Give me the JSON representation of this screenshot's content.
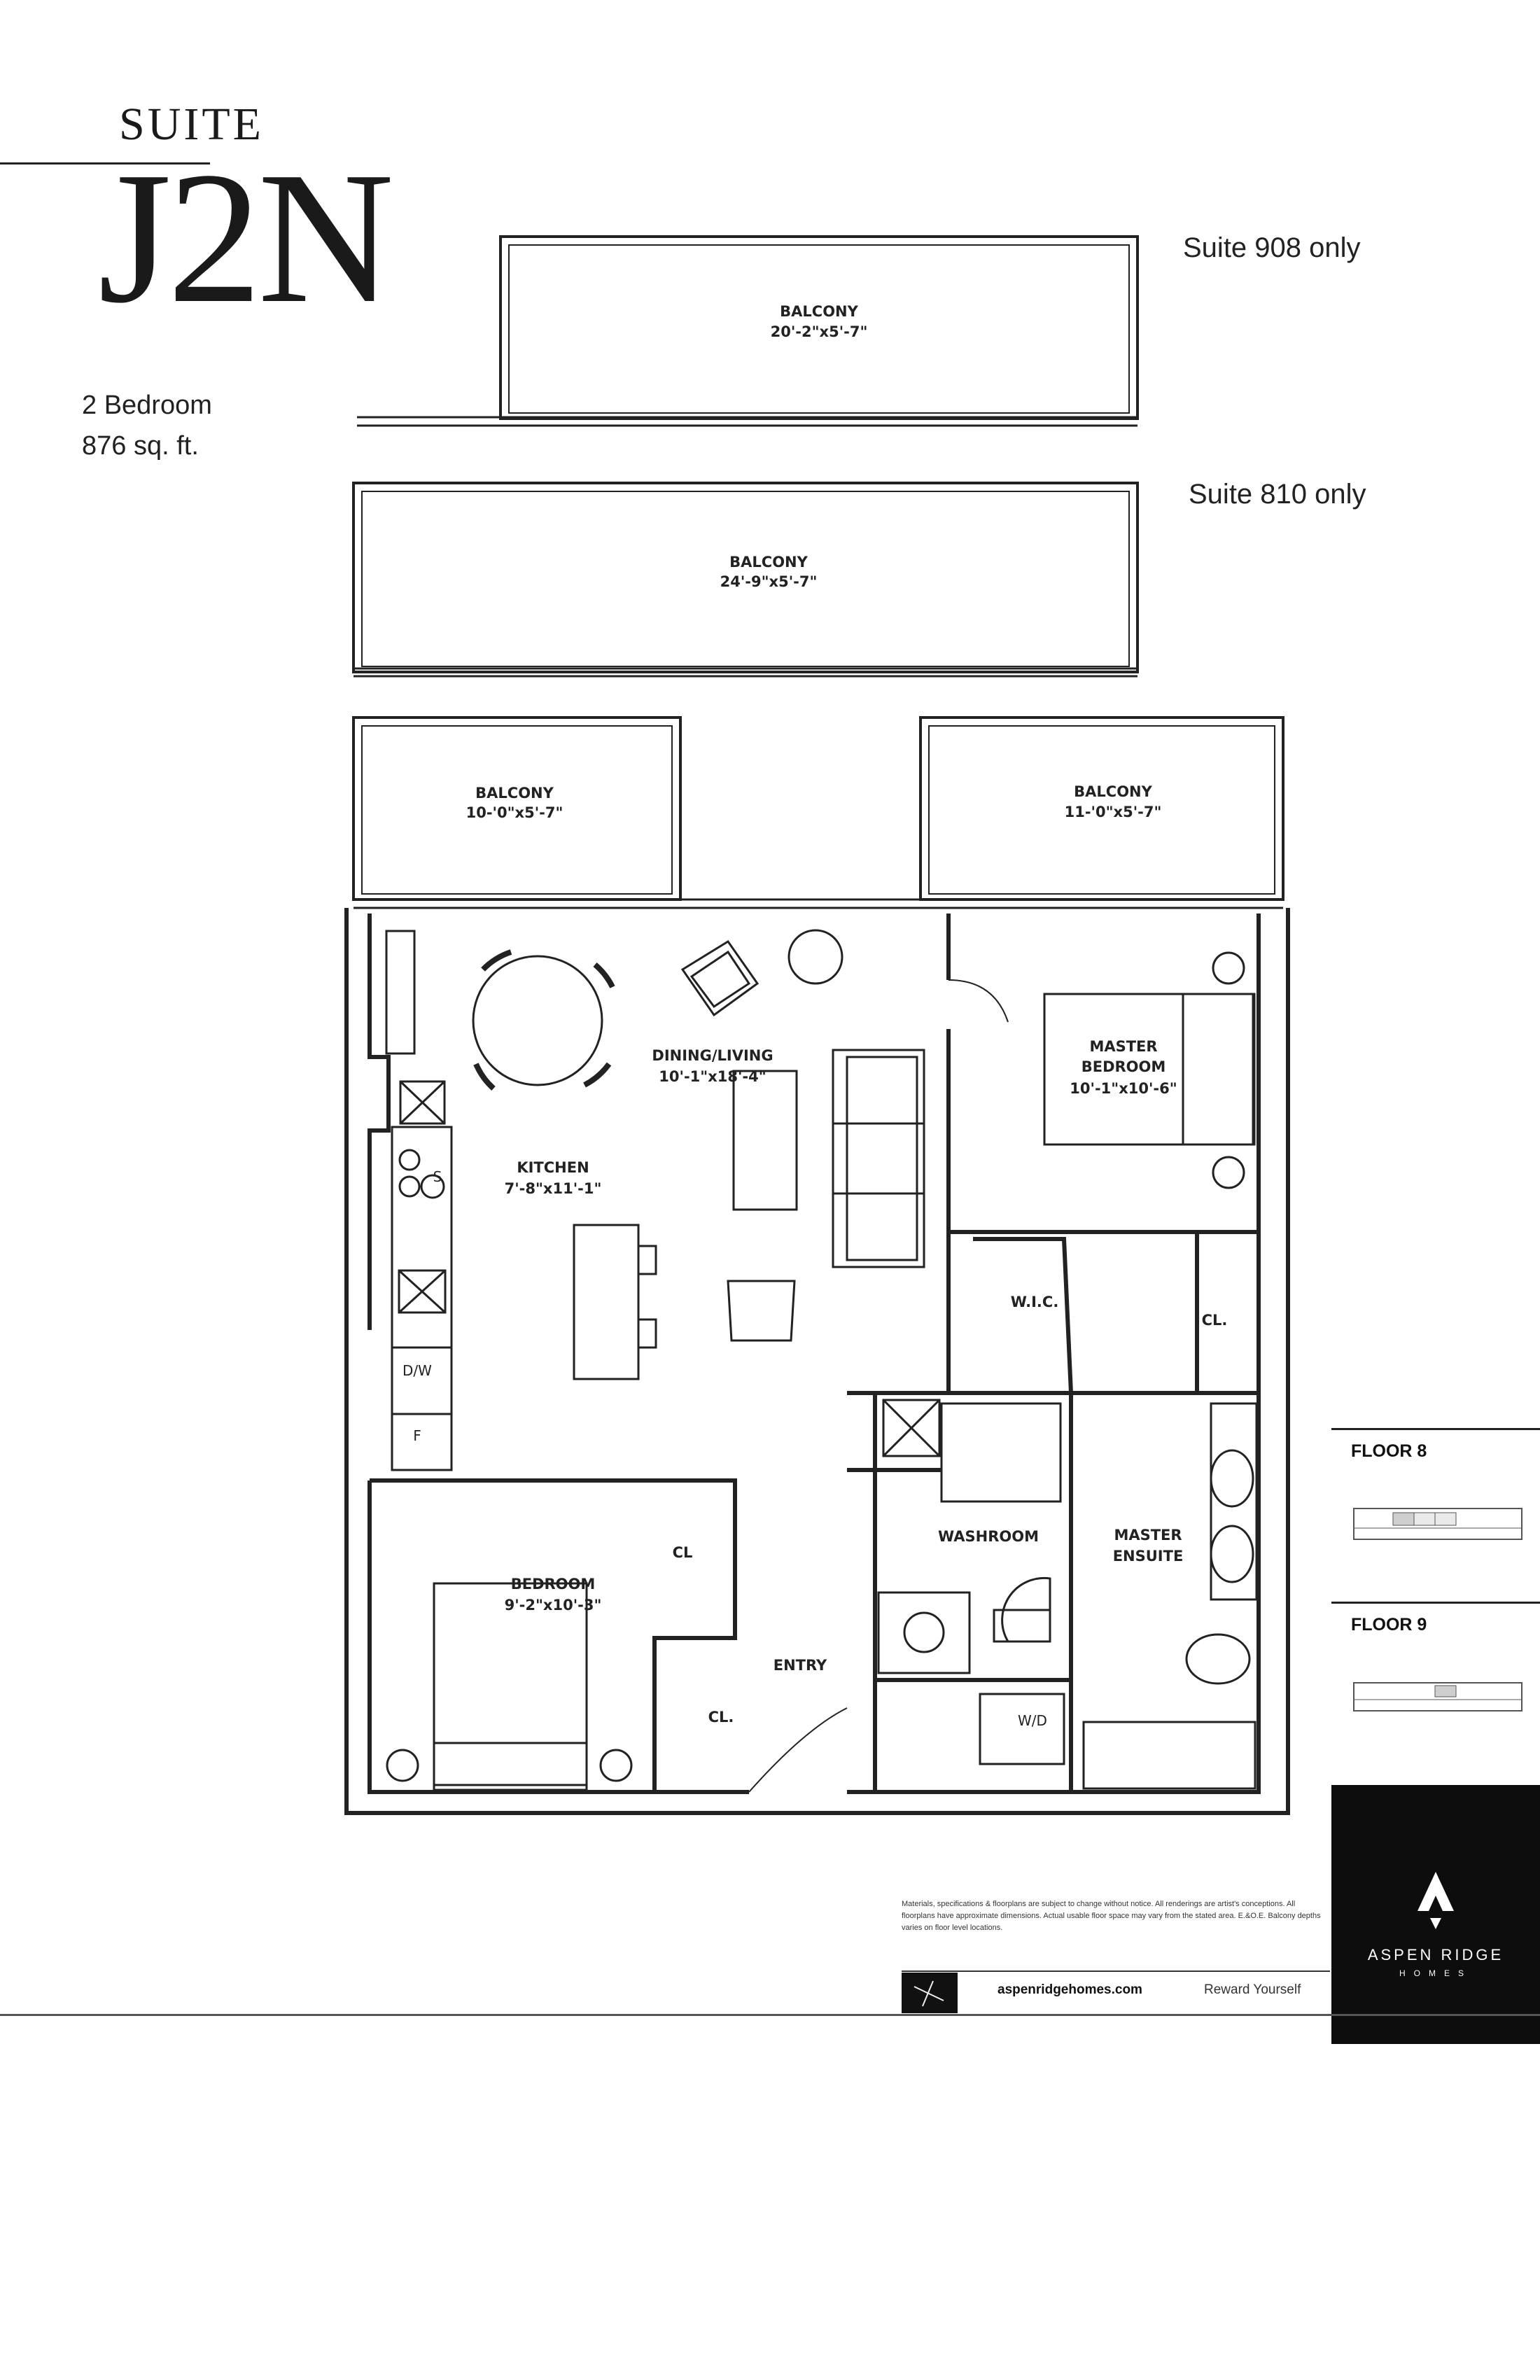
{
  "header": {
    "suite_word": "SUITE",
    "suite_code": "J2N",
    "bedrooms": "2 Bedroom",
    "area": "876 sq. ft."
  },
  "notes": {
    "suite_908": "Suite 908 only",
    "suite_810": "Suite 810 only"
  },
  "rooms": {
    "balcony_908": {
      "label": "BALCONY",
      "dims": "20'-2\"x5'-7\""
    },
    "balcony_810": {
      "label": "BALCONY",
      "dims": "24'-9\"x5'-7\""
    },
    "balcony_left": {
      "label": "BALCONY",
      "dims": "10-'0\"x5'-7\""
    },
    "balcony_right": {
      "label": "BALCONY",
      "dims": "11-'0\"x5'-7\""
    },
    "dining_living": {
      "label": "DINING/LIVING",
      "dims": "10'-1\"x18'-4\""
    },
    "kitchen": {
      "label": "KITCHEN",
      "dims": "7'-8\"x11'-1\""
    },
    "master_bedroom": {
      "label_line1": "MASTER",
      "label_line2": "BEDROOM",
      "dims": "10'-1\"x10'-6\""
    },
    "bedroom": {
      "label": "BEDROOM",
      "dims": "9'-2\"x10'-3\""
    },
    "wic": "W.I.C.",
    "closet_master": "CL.",
    "closet_bedroom": "CL",
    "closet_entry": "CL.",
    "washroom": "WASHROOM",
    "master_ensuite": {
      "label_line1": "MASTER",
      "label_line2": "ENSUITE"
    },
    "entry": "ENTRY",
    "washer_dryer": "W/D",
    "fixture_sink": "S",
    "fixture_dishwasher": "D/W",
    "fixture_fridge": "F"
  },
  "keyplans": {
    "floor8": "FLOOR 8",
    "floor9": "FLOOR 9"
  },
  "footer": {
    "disclaimer": "Materials, specifications & floorplans are subject to change without notice. All renderings are artist's conceptions. All floorplans have approximate dimensions. Actual usable floor space may vary from the stated area. E.&O.E. Balcony depths varies on floor level locations.",
    "url": "aspenridgehomes.com",
    "tagline": "Reward Yourself"
  },
  "brand": {
    "name": "ASPEN RIDGE",
    "sub": "HOMES"
  }
}
